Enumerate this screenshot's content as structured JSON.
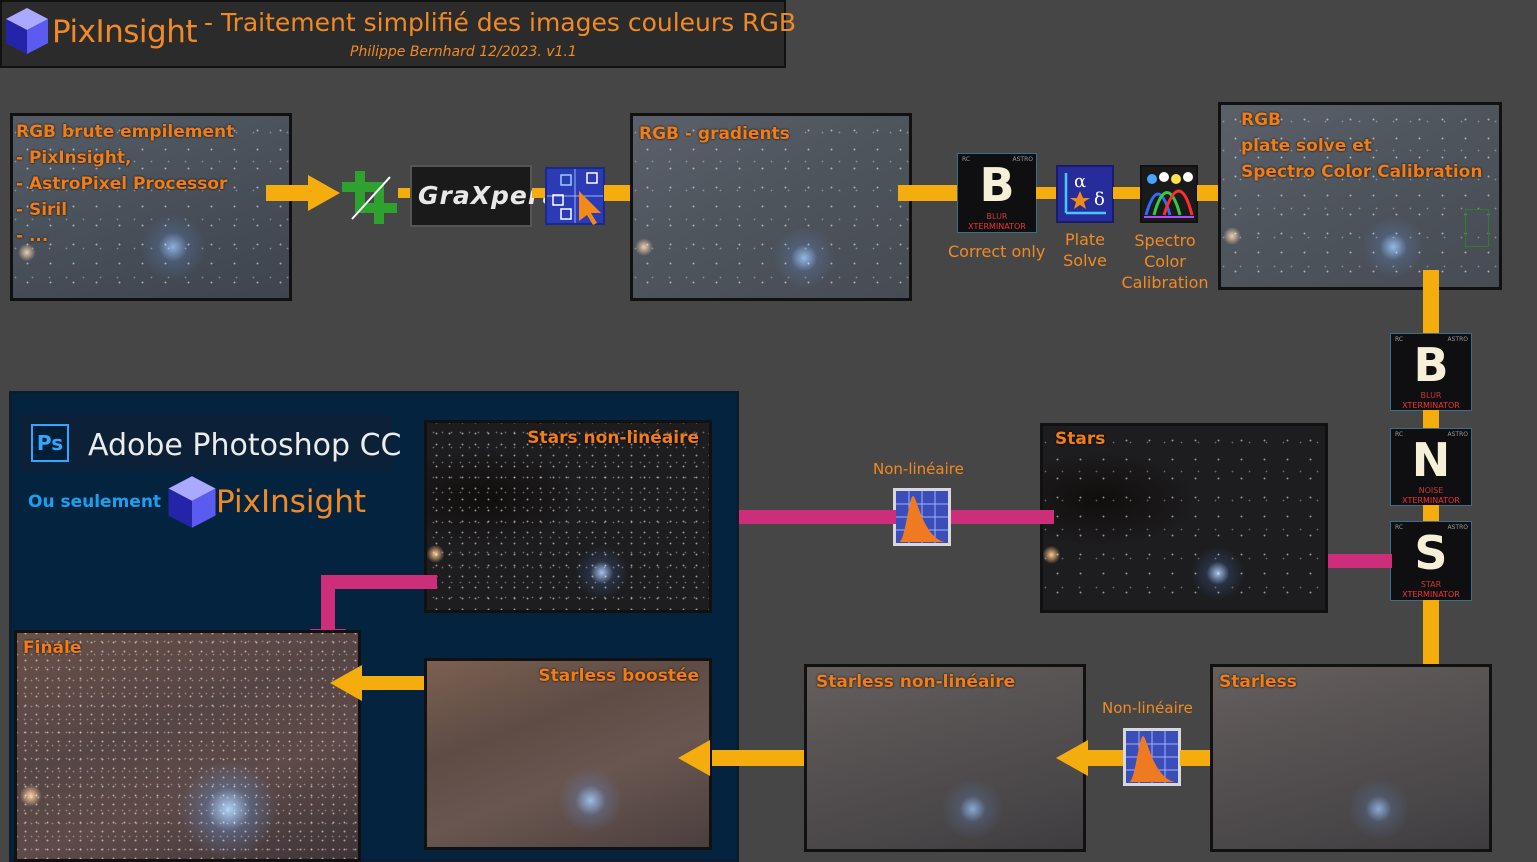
{
  "header": {
    "logo_text": "PixInsight",
    "title": "- Traitement simplifié des images couleurs RGB",
    "subtitle": "Philippe Bernhard 12/2023. v1.1"
  },
  "images": {
    "raw": {
      "lines": [
        "RGB brute empilement",
        "- PixInsight,",
        "- AstroPixel Processor",
        "-  Siril",
        "-  ..."
      ]
    },
    "gradients": {
      "label": "RGB - gradients"
    },
    "calibrated": {
      "lines": [
        "RGB",
        "plate solve et",
        "Spectro Color Calibration"
      ]
    },
    "stars": {
      "label": "Stars"
    },
    "stars_nonlin": {
      "label": "Stars non-linéaire"
    },
    "starless": {
      "label": "Starless"
    },
    "starless_nonlin": {
      "label": "Starless non-linéaire"
    },
    "starless_boost": {
      "label": "Starless boostée"
    },
    "final": {
      "label": "Finale"
    }
  },
  "tools": {
    "crop": {
      "icon": "crop-icon"
    },
    "graxpert": {
      "text": "GraXpert",
      "icon": "graxpert-logo"
    },
    "dbe": {
      "icon": "dbe-icon"
    },
    "blur_correct": {
      "letter": "B",
      "line1": "BLUR",
      "line2": "XTERMINATOR",
      "rc": "RC",
      "astro": "ASTRO",
      "caption": "Correct only"
    },
    "plate_solve": {
      "icon": "plate-solve-icon",
      "alpha": "α",
      "delta": "δ",
      "caption_lines": [
        "Plate",
        "Solve"
      ]
    },
    "spcc": {
      "icon": "spcc-icon",
      "caption_lines": [
        "Spectro",
        "Color",
        "Calibration"
      ]
    },
    "blur": {
      "letter": "B",
      "line1": "BLUR",
      "line2": "XTERMINATOR",
      "rc": "RC",
      "astro": "ASTRO"
    },
    "noise": {
      "letter": "N",
      "line1": "NOISE",
      "line2": "XTERMINATOR",
      "rc": "RC",
      "astro": "ASTRO"
    },
    "star": {
      "letter": "S",
      "line1": "STAR",
      "line2": "XTERMINATOR",
      "rc": "RC",
      "astro": "ASTRO"
    },
    "stretch_stars": {
      "caption": "Non-linéaire",
      "icon": "histogram-icon"
    },
    "stretch_starless": {
      "caption": "Non-linéaire",
      "icon": "histogram-icon"
    }
  },
  "photoshop": {
    "icon_text": "Ps",
    "title": "Adobe Photoshop CC",
    "alternative": "Ou seulement",
    "logo_text": "PixInsight"
  },
  "colors": {
    "accent_orange": "#f08a24",
    "arrow_yellow": "#f5ad0d",
    "arrow_magenta": "#cc2e79",
    "panel_blue": "#04233f",
    "background": "#464646"
  }
}
